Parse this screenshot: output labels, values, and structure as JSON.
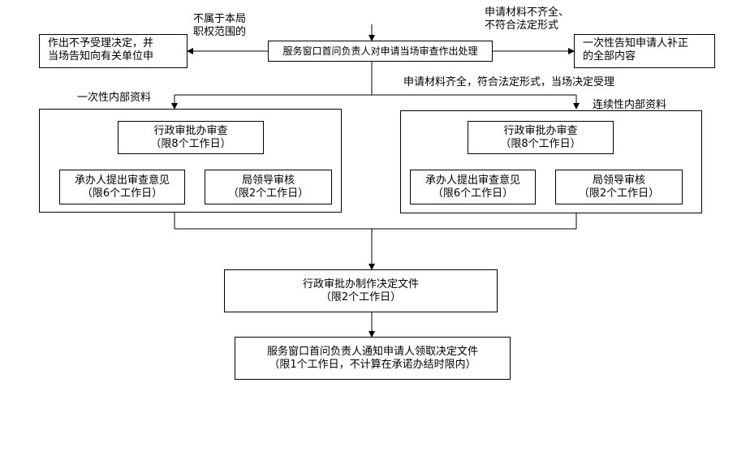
{
  "top": {
    "main_box": "服务窗口首问负责人对申请当场审查作出处理",
    "left_box_line1": "作出不予受理决定，并",
    "left_box_line2": "当场告知向有关单位申",
    "right_box_line1": "一次性告知申请人补正",
    "right_box_line2": "的全部内容",
    "left_note_line1": "不属于本局",
    "left_note_line2": "职权范围的",
    "right_note_line1": "申请材料不齐全、",
    "right_note_line2": "不符合法定形式",
    "accept_note": "申请材料齐全，符合法定形式，当场决定受理"
  },
  "groups": {
    "left_label": "一次性内部资料",
    "right_label": "连续性内部资料",
    "review_title": "行政审批办审查",
    "review_limit": "（限8个工作日）",
    "opinion_title": "承办人提出审查意见",
    "opinion_limit": "（限6个工作日）",
    "leader_title": "局领导审核",
    "leader_limit": "（限2个工作日）"
  },
  "bottom": {
    "document_title": "行政审批办制作决定文件",
    "document_limit": "（限2个工作日）",
    "notify_title": "服务窗口首问负责人通知申请人领取决定文件",
    "notify_limit": "（限1个工作日，不计算在承诺办结时限内）"
  }
}
